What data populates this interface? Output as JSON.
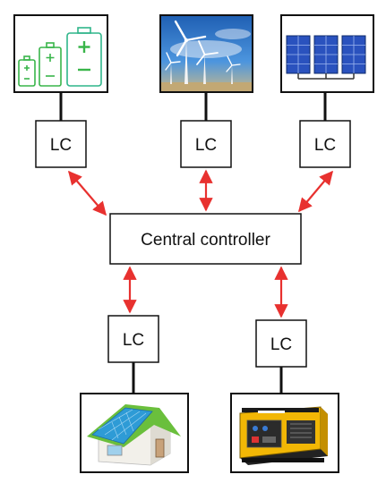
{
  "central_controller": {
    "label": "Central controller"
  },
  "local_controllers": [
    {
      "id": "lc-battery",
      "label": "LC",
      "source": "battery"
    },
    {
      "id": "lc-wind",
      "label": "LC",
      "source": "wind-turbine"
    },
    {
      "id": "lc-solar",
      "label": "LC",
      "source": "solar-panel"
    },
    {
      "id": "lc-house",
      "label": "LC",
      "source": "solar-house"
    },
    {
      "id": "lc-generator",
      "label": "LC",
      "source": "generator"
    }
  ],
  "colors": {
    "arrow": "#e8312f",
    "battery": "#39b54a",
    "battery_alt": "#29abe2",
    "sky": "#2f78c8",
    "panel": "#2a52be",
    "house_roof": "#2e9bd6",
    "generator": "#f2b705"
  },
  "icons": [
    "battery-icon",
    "wind-turbine-icon",
    "solar-panel-icon",
    "solar-house-icon",
    "generator-icon"
  ]
}
